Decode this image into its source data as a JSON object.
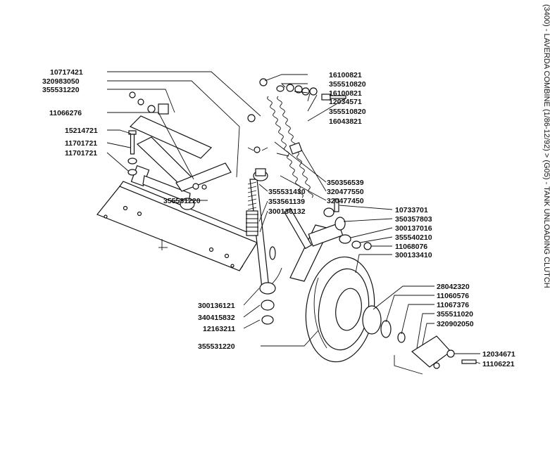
{
  "title": "(3400) - LAVERDA COMBINE (1/86-12/92) > (G05) - TANK UNLOADING CLUTCH",
  "labels_left": [
    "10717421",
    "320983050",
    "355531220",
    "11066276",
    "15214721",
    "11701721",
    "11701721",
    "355531220"
  ],
  "labels_center": [
    "355531430",
    "353561139",
    "300136132",
    "300136121",
    "340415832",
    "12163211",
    "355531220"
  ],
  "labels_top_right": [
    "16100821",
    "355510820",
    "16100821",
    "12034571",
    "355510820",
    "16043821",
    "350356539",
    "320477550",
    "320477450"
  ],
  "labels_mid_right": [
    "10733701",
    "350357803",
    "300137016",
    "355540210",
    "11068076",
    "300133410"
  ],
  "labels_bottom_right": [
    "28042320",
    "11060576",
    "11067376",
    "355511020",
    "320902050",
    "12034671",
    "11106221"
  ]
}
